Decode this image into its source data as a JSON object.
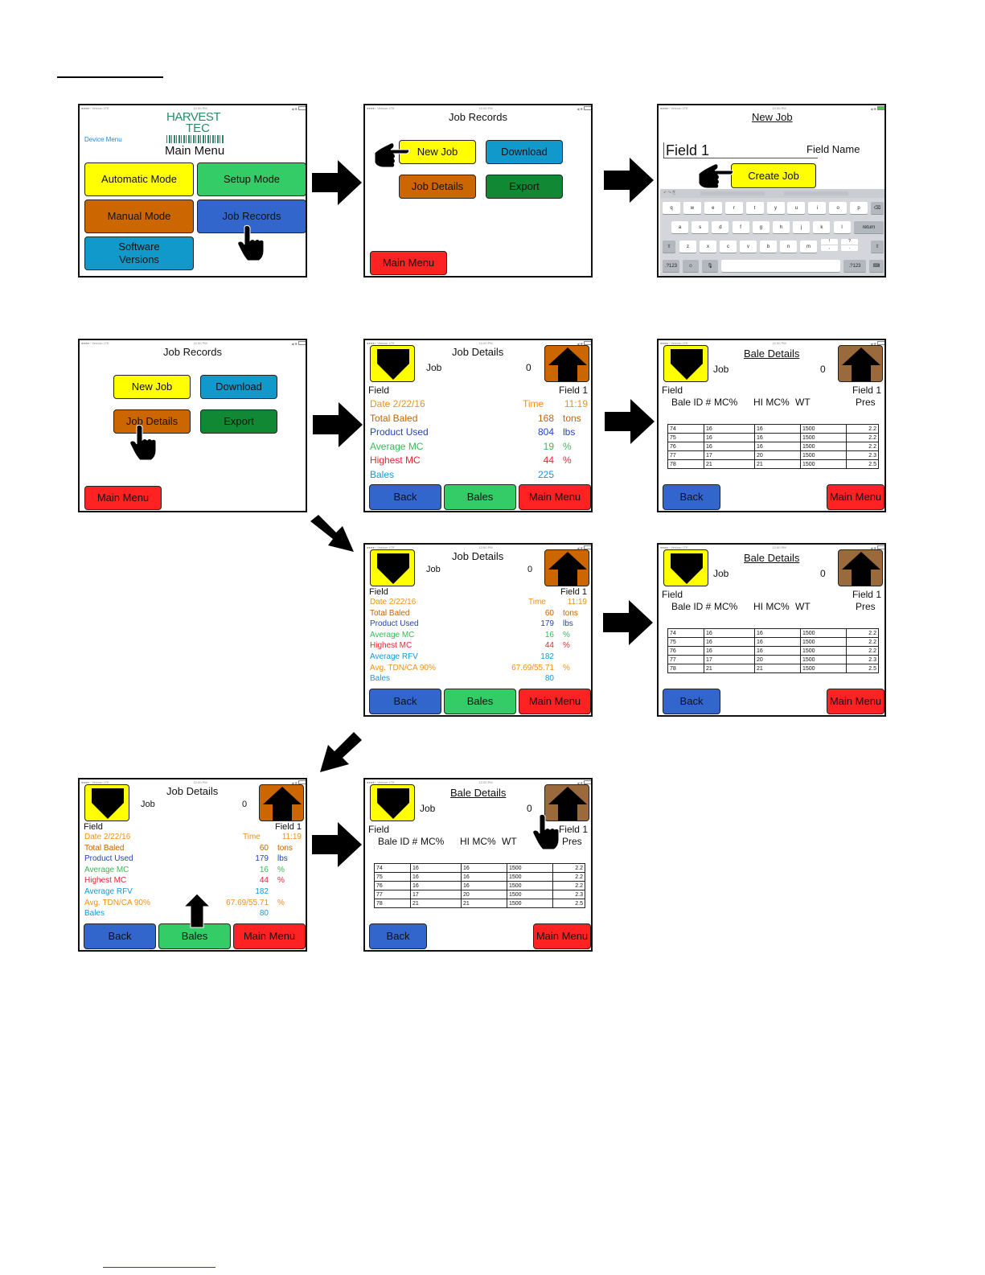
{
  "logo": {
    "line1": "HARVEST",
    "line2": "TEC"
  },
  "main_menu": {
    "device_menu": "Device Menu",
    "title": "Main Menu",
    "automatic": "Automatic Mode",
    "setup": "Setup Mode",
    "manual": "Manual Mode",
    "job_records": "Job Records",
    "software_l1": "Software",
    "software_l2": "Versions"
  },
  "job_records": {
    "title": "Job Records",
    "new_job": "New Job",
    "download": "Download",
    "job_details": "Job Details",
    "export": "Export",
    "main_menu": "Main Menu"
  },
  "new_job": {
    "title": "New Job",
    "field_value": "Field 1",
    "field_label": "Field Name",
    "create": "Create Job",
    "keyboard": {
      "row1": [
        "q",
        "w",
        "e",
        "r",
        "t",
        "y",
        "u",
        "i",
        "o",
        "p"
      ],
      "row2": [
        "a",
        "s",
        "d",
        "f",
        "g",
        "h",
        "j",
        "k",
        "l"
      ],
      "row3": [
        "z",
        "x",
        "c",
        "v",
        "b",
        "n",
        "m",
        "!",
        ",",
        "?",
        "."
      ],
      "return": "return",
      "num": ".?123"
    }
  },
  "job_details_a": {
    "title": "Job Details",
    "job_label": "Job",
    "job_value": "0",
    "field_label": "Field",
    "field_value": "Field 1",
    "rows": [
      {
        "label": "Date 2/22/16",
        "mid": "Time",
        "value": "11:19",
        "unit": ""
      },
      {
        "label": "Total Baled",
        "mid": "",
        "value": "168",
        "unit": "tons"
      },
      {
        "label": "Product Used",
        "mid": "",
        "value": "804",
        "unit": "lbs"
      },
      {
        "label": "Average MC",
        "mid": "",
        "value": "19",
        "unit": "%"
      },
      {
        "label": "Highest MC",
        "mid": "",
        "value": "44",
        "unit": "%"
      },
      {
        "label": "Bales",
        "mid": "",
        "value": "225",
        "unit": ""
      }
    ]
  },
  "job_details_b": {
    "title": "Job Details",
    "job_label": "Job",
    "job_value": "0",
    "field_label": "Field",
    "field_value": "Field 1",
    "rows": [
      {
        "label": "Date 2/22/16",
        "mid": "Time",
        "value": "11:19",
        "unit": ""
      },
      {
        "label": "Total Baled",
        "mid": "",
        "value": "60",
        "unit": "tons"
      },
      {
        "label": "Product Used",
        "mid": "",
        "value": "179",
        "unit": "lbs"
      },
      {
        "label": "Average MC",
        "mid": "",
        "value": "16",
        "unit": "%"
      },
      {
        "label": "Highest MC",
        "mid": "",
        "value": "44",
        "unit": "%"
      },
      {
        "label": "Average RFV",
        "mid": "",
        "value": "182",
        "unit": ""
      },
      {
        "label": "Avg. TDN/CA 90%",
        "mid": "",
        "value": "67.69/55.71",
        "unit": "%"
      },
      {
        "label": "Bales",
        "mid": "",
        "value": "80",
        "unit": ""
      }
    ]
  },
  "bale_details": {
    "title": "Bale Details",
    "job_label": "Job",
    "job_value": "0",
    "field_label": "Field",
    "field_value": "Field 1",
    "col_id": "Bale ID #",
    "col_mc": "MC%",
    "col_hi": "HI MC%",
    "col_wt": "WT",
    "col_pres": "Pres",
    "rows": [
      [
        "74",
        "16",
        "16",
        "1500",
        "2.2"
      ],
      [
        "75",
        "16",
        "16",
        "1500",
        "2.2"
      ],
      [
        "76",
        "16",
        "16",
        "1500",
        "2.2"
      ],
      [
        "77",
        "17",
        "20",
        "1500",
        "2.3"
      ],
      [
        "78",
        "21",
        "21",
        "1500",
        "2.5"
      ]
    ]
  },
  "nav": {
    "back": "Back",
    "bales": "Bales",
    "main_menu": "Main Menu"
  },
  "colors": {
    "yellow": "#ffff00",
    "green": "#33cc66",
    "orange": "#cc6600",
    "blue": "#3366cc",
    "cyan": "#1199cc",
    "dark_green": "#118833",
    "red": "#ff2222",
    "brown": "#9a6a3c"
  }
}
